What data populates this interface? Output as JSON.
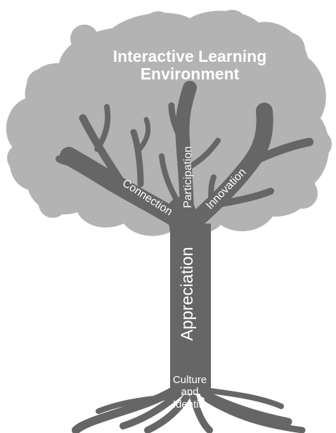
{
  "title": {
    "line1": "Interactive Learning",
    "line2": "Environment"
  },
  "branches": {
    "connection": "Connection",
    "participation": "Participation",
    "innovation": "Innovation"
  },
  "trunk": {
    "label": "Appreciation"
  },
  "roots": {
    "line1": "Culture",
    "line2": "and",
    "line3": "Identity"
  },
  "colors": {
    "canopy": "#b3b3b3",
    "trunk": "#666666",
    "text": "#ffffff",
    "background": "#ffffff"
  }
}
